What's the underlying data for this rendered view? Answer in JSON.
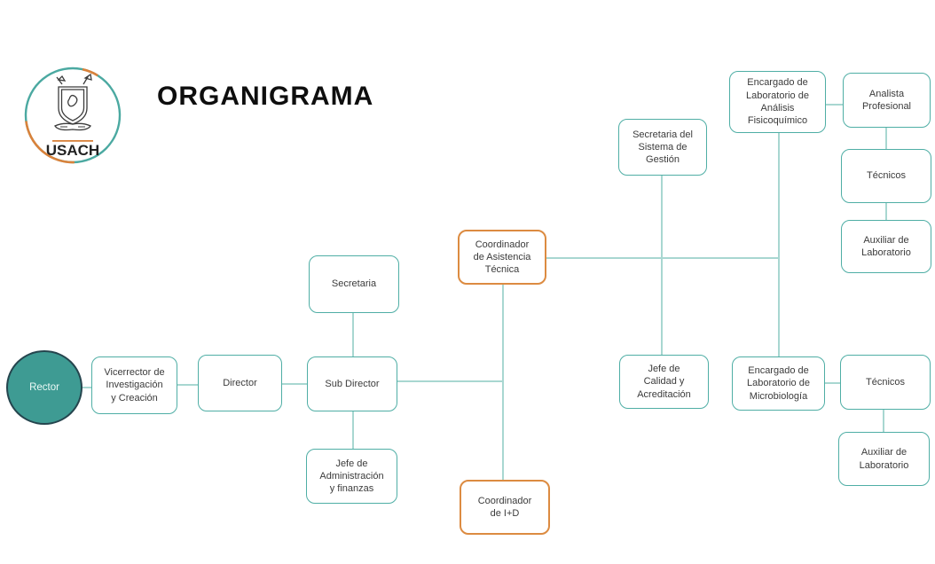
{
  "title": "ORGANIGRAMA",
  "logo": {
    "text": "USACH"
  },
  "colors": {
    "teal_fill": "#3E9B93",
    "teal_border": "#4FAEA5",
    "rector_border": "#25454E",
    "orange_border": "#DC8B41",
    "connector_line": "#A8D7D1",
    "text": "#3b3b3b",
    "logo_ring_teal": "#4BA9A1",
    "logo_ring_orange": "#D9823B"
  },
  "nodes": {
    "rector": {
      "label": "Rector"
    },
    "vicerrector": {
      "label": "Vicerrector de\nInvestigación\ny Creación"
    },
    "director": {
      "label": "Director"
    },
    "subdirector": {
      "label": "Sub Director"
    },
    "secretaria": {
      "label": "Secretaria"
    },
    "jefe_admin": {
      "label": "Jefe de\nAdministración\ny finanzas"
    },
    "coord_asistencia": {
      "label": "Coordinador\nde Asistencia\nTécnica"
    },
    "coord_id": {
      "label": "Coordinador\nde I+D"
    },
    "secretaria_gestion": {
      "label": "Secretaria del\nSistema de\nGestión"
    },
    "jefe_calidad": {
      "label": "Jefe de\nCalidad y\nAcreditación"
    },
    "encargado_fisicoquimico": {
      "label": "Encargado de\nLaboratorio de\nAnálisis\nFisicoquímico"
    },
    "analista": {
      "label": "Analista\nProfesional"
    },
    "tecnicos_fq": {
      "label": "Técnicos"
    },
    "auxiliar_fq": {
      "label": "Auxiliar de\nLaboratorio"
    },
    "encargado_micro": {
      "label": "Encargado de\nLaboratorio de\nMicrobiología"
    },
    "tecnicos_mb": {
      "label": "Técnicos"
    },
    "auxiliar_mb": {
      "label": "Auxiliar de\nLaboratorio"
    }
  },
  "edges": [
    {
      "from": "rector",
      "to": "vicerrector"
    },
    {
      "from": "vicerrector",
      "to": "director"
    },
    {
      "from": "director",
      "to": "subdirector"
    },
    {
      "from": "subdirector",
      "to": "secretaria"
    },
    {
      "from": "subdirector",
      "to": "jefe_admin"
    },
    {
      "from": "subdirector",
      "to": "coord_asistencia"
    },
    {
      "from": "coord_asistencia",
      "to": "coord_id"
    },
    {
      "from": "coord_asistencia",
      "to": "secretaria_gestion"
    },
    {
      "from": "coord_asistencia",
      "to": "jefe_calidad"
    },
    {
      "from": "coord_asistencia",
      "to": "encargado_fisicoquimico"
    },
    {
      "from": "coord_asistencia",
      "to": "encargado_micro"
    },
    {
      "from": "encargado_fisicoquimico",
      "to": "analista"
    },
    {
      "from": "analista",
      "to": "tecnicos_fq"
    },
    {
      "from": "tecnicos_fq",
      "to": "auxiliar_fq"
    },
    {
      "from": "encargado_micro",
      "to": "tecnicos_mb"
    },
    {
      "from": "tecnicos_mb",
      "to": "auxiliar_mb"
    }
  ]
}
